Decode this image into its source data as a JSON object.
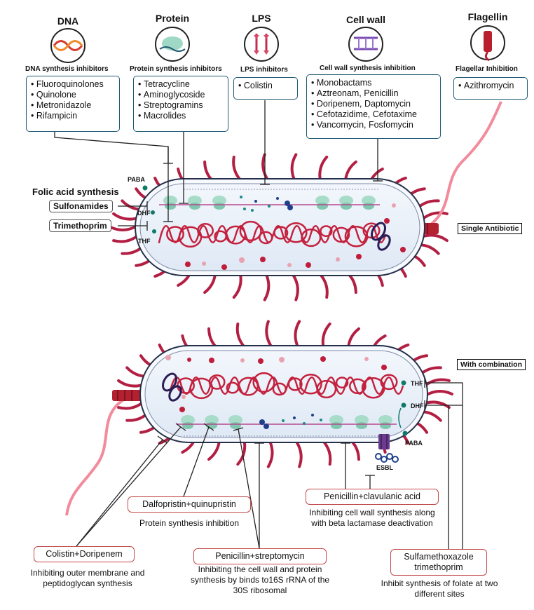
{
  "targets": [
    {
      "id": "dna",
      "title": "DNA",
      "subtitle": "DNA synthesis inhibitors",
      "drugs": [
        "Fluoroquinolones",
        "Quinolone",
        "Metronidazole",
        "Rifampicin"
      ]
    },
    {
      "id": "protein",
      "title": "Protein",
      "subtitle": "Protein synthesis inhibitors",
      "drugs": [
        "Tetracycline",
        "Aminoglycoside",
        "Streptogramins",
        "Macrolides"
      ]
    },
    {
      "id": "lps",
      "title": "LPS",
      "subtitle": "LPS inhibitors",
      "drugs": [
        "Colistin"
      ]
    },
    {
      "id": "cellwall",
      "title": "Cell wall",
      "subtitle": "Cell wall synthesis inhibition",
      "drugs": [
        "Monobactams",
        "Aztreonam, Penicillin",
        "Doripenem, Daptomycin",
        "Cefotazidime, Cefotaxime",
        "Vancomycin, Fosfomycin"
      ]
    },
    {
      "id": "flagellin",
      "title": "Flagellin",
      "subtitle": "Flagellar Inhibition",
      "drugs": [
        "Azithromycin"
      ]
    }
  ],
  "folic": {
    "title": "Folic acid synthesis",
    "drug1": "Sulfonamides",
    "drug2": "Trimethoprim",
    "paba": "PABA",
    "dhf": "DHF",
    "thf": "THF"
  },
  "panels": {
    "single": "Single Antibiotic",
    "combination": "With combination"
  },
  "bottom": {
    "thf": "THF",
    "dhf": "DHF",
    "paba": "PABA",
    "esbl": "ESBL"
  },
  "combos": [
    {
      "id": "dalfo",
      "name": "Dalfopristin+quinupristin",
      "desc": "Protein synthesis inhibition"
    },
    {
      "id": "peniclav",
      "name": "Penicillin+clavulanic acid",
      "desc": "Inhibiting cell wall synthesis along with beta lactamase deactivation"
    },
    {
      "id": "colidori",
      "name": "Colistin+Doripenem",
      "desc": "Inhibiting outer membrane and peptidoglycan synthesis"
    },
    {
      "id": "penistrep",
      "name": "Penicillin+streptomycin",
      "desc": "Inhibiting the cell wall and protein synthesis by binds to16S rRNA of the 30S ribosomal"
    },
    {
      "id": "sulfa",
      "name": "Sulfamethoxazole trimethoprim",
      "desc": "Inhibit synthesis of folate at two different sites"
    }
  ],
  "colors": {
    "box_border": "#1f5a74",
    "combo_border": "#c24a4a",
    "cell_fill": "#e9f1f9",
    "dna_strand": "#c4213e",
    "pili": "#b31f43",
    "ribosome": "#a6dcc8"
  }
}
